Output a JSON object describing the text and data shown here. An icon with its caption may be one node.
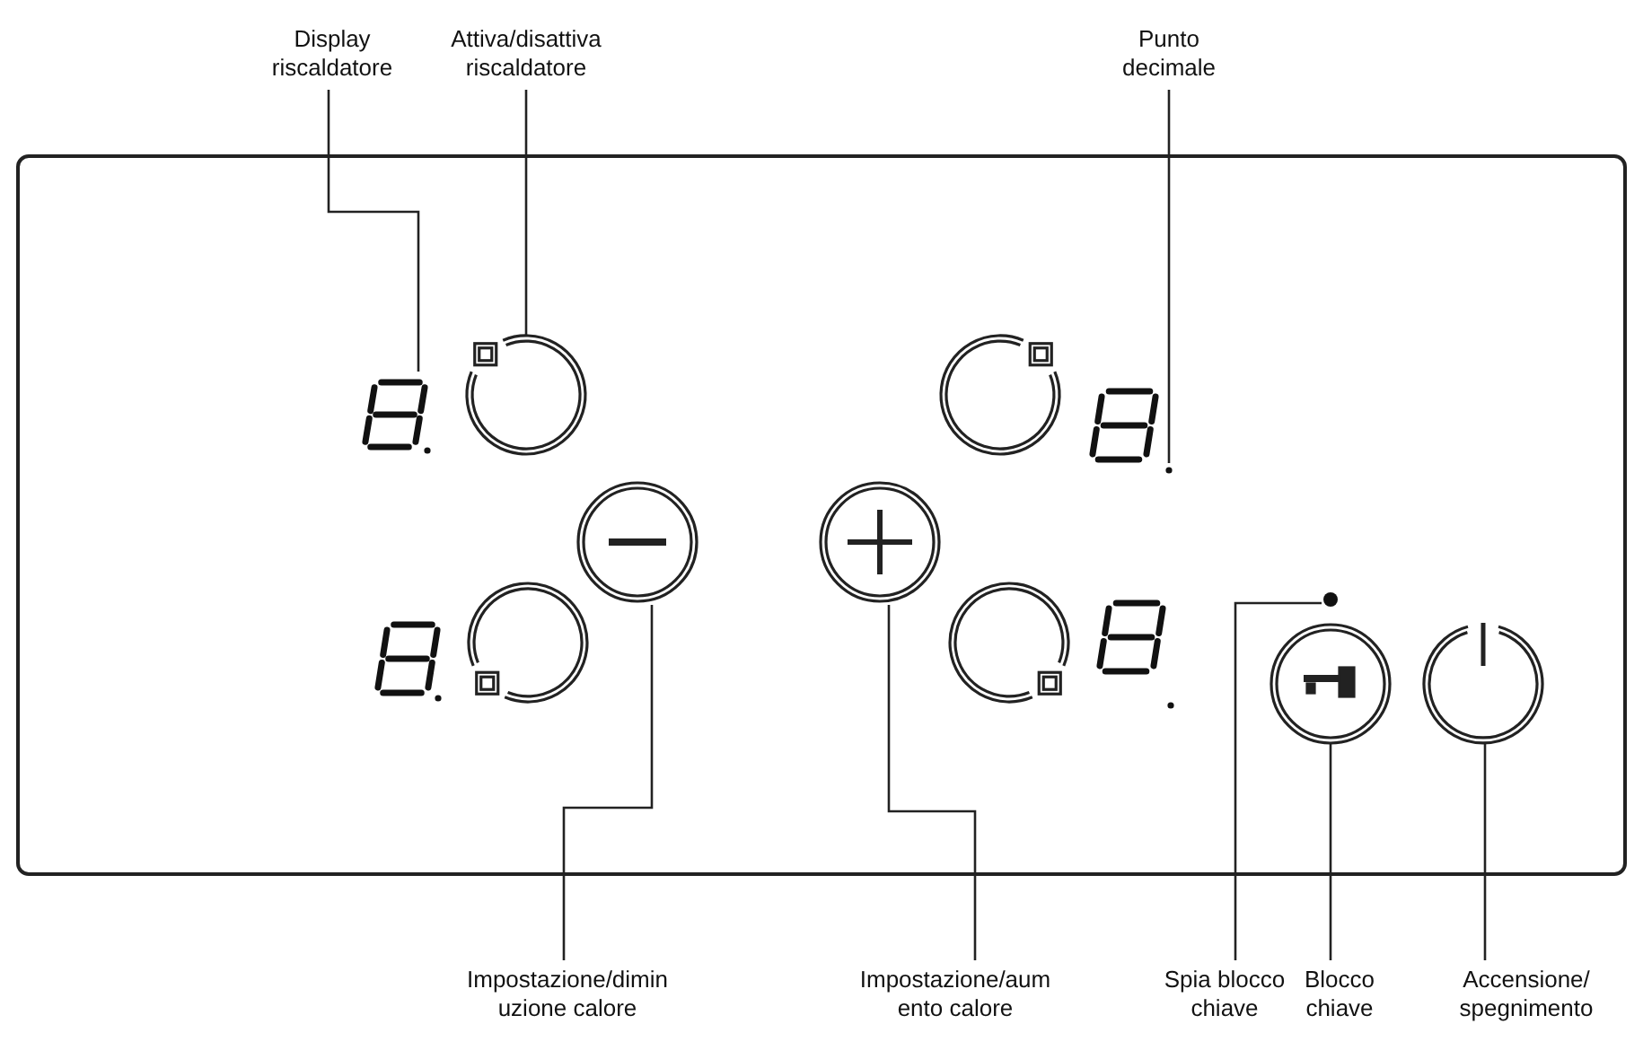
{
  "diagram": {
    "nodes": [
      {
        "text": [
          "Display riscaldatore"
        ]
      },
      {
        "text": [
          "Attiva/disattiva riscaldatore"
        ]
      },
      {
        "text": [
          "Punto decimale"
        ]
      },
      {
        "text": [
          "Impostazione/dimin uzione calore"
        ]
      },
      {
        "text": [
          "Impostazione/aum ento calore"
        ]
      },
      {
        "text": [
          "Spia blocco chiave"
        ]
      },
      {
        "text": [
          "Blocco chiave"
        ]
      },
      {
        "text": [
          "Accensione/ spegnimento"
        ]
      },
      {
        "text": [],
        "shape": "display"
      },
      {
        "text": [],
        "shape": "circle"
      },
      {
        "text": [],
        "shape": "dot"
      },
      {
        "text": [],
        "shape": "circle"
      },
      {
        "text": [],
        "shape": "circle"
      },
      {
        "text": [],
        "shape": "dot"
      },
      {
        "text": [],
        "shape": "circle"
      },
      {
        "text": [],
        "shape": "circle"
      }
    ],
    "edges": [
      {
        "from": 0,
        "to": 8,
        "arrow": "none"
      },
      {
        "from": 1,
        "to": 9,
        "arrow": "none"
      },
      {
        "from": 2,
        "to": 10,
        "arrow": "none"
      },
      {
        "from": 3,
        "to": 11,
        "arrow": "none"
      },
      {
        "from": 4,
        "to": 12,
        "arrow": "none"
      },
      {
        "from": 5,
        "to": 13,
        "arrow": "none"
      },
      {
        "from": 6,
        "to": 14,
        "arrow": "none"
      },
      {
        "from": 7,
        "to": 15,
        "arrow": "none"
      }
    ]
  }
}
